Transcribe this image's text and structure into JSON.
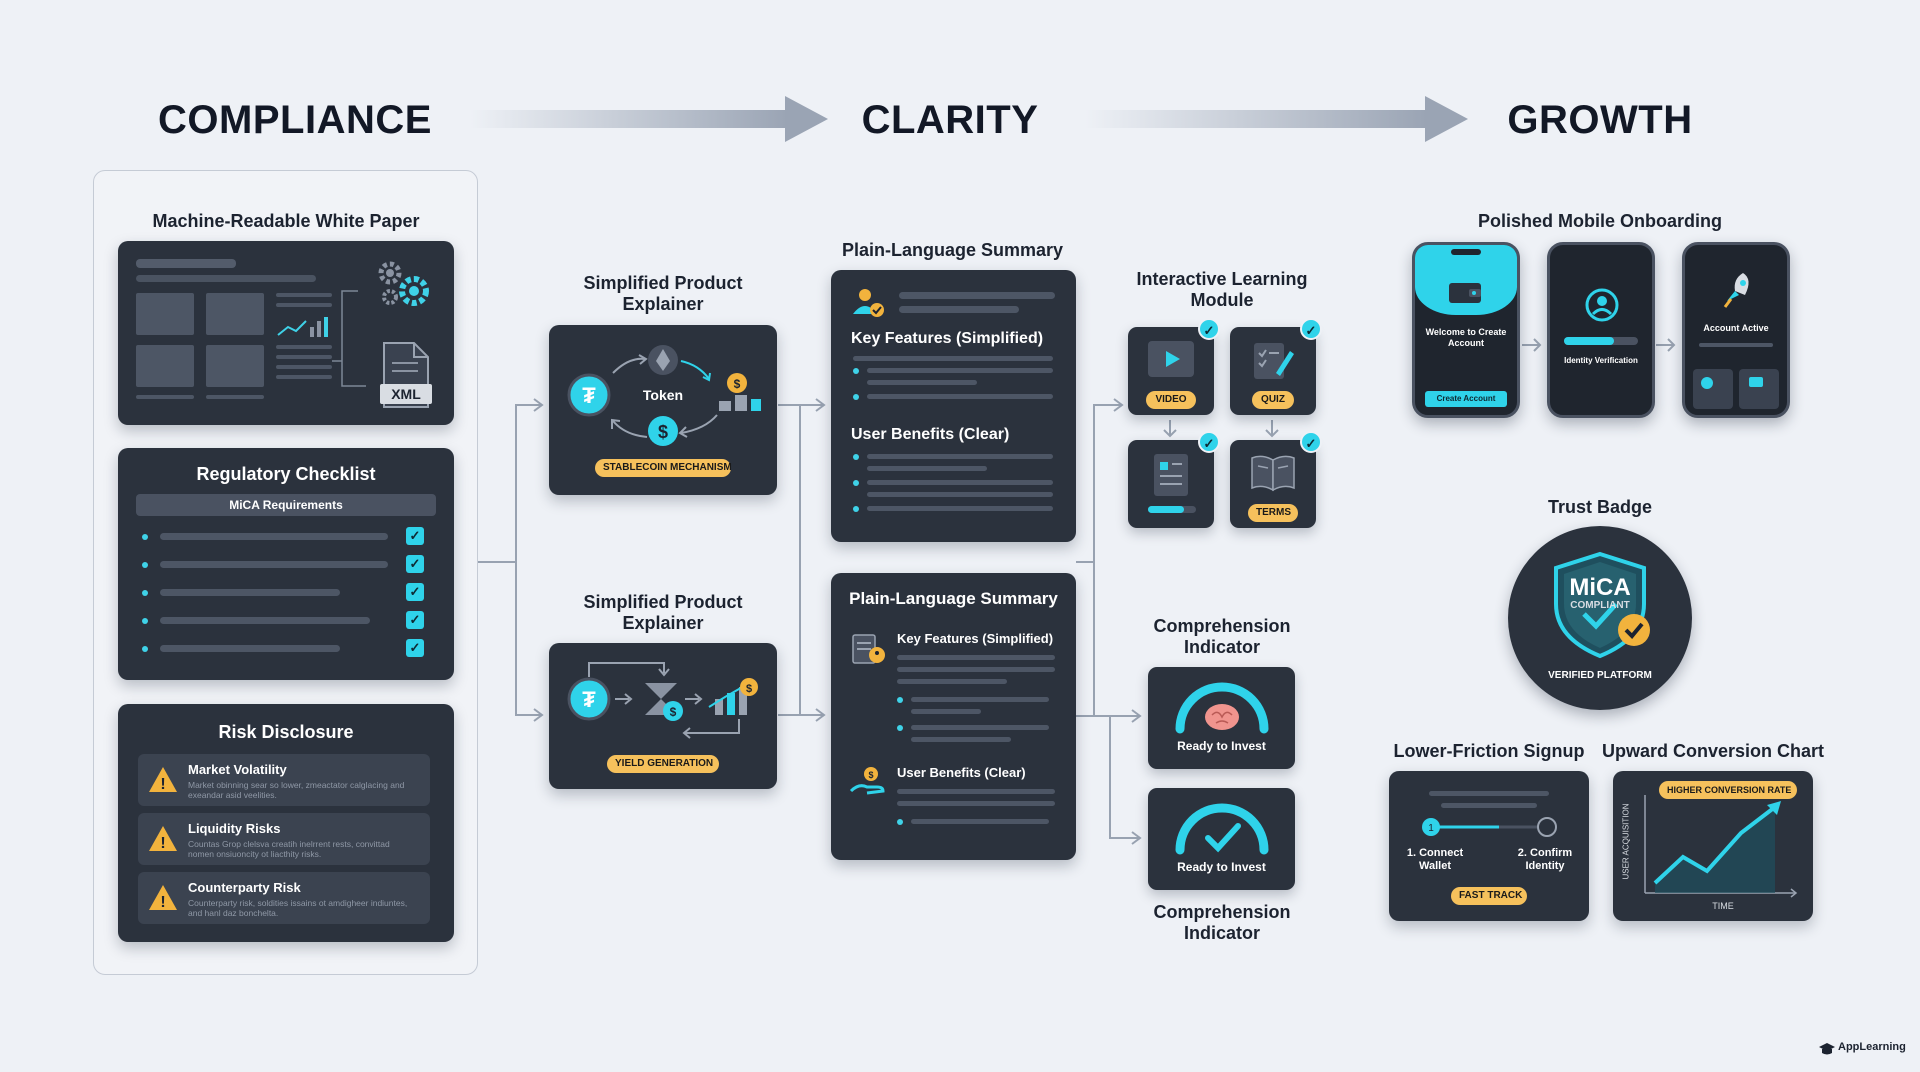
{
  "phases": {
    "compliance": "COMPLIANCE",
    "clarity": "CLARITY",
    "growth": "GROWTH"
  },
  "compliance": {
    "white_paper": {
      "title": "Machine-Readable White Paper",
      "xml_label": "XML"
    },
    "checklist": {
      "title": "Regulatory Checklist",
      "subtitle": "MiCA Requirements"
    },
    "risk": {
      "title": "Risk Disclosure",
      "items": [
        {
          "title": "Market Volatility",
          "desc": "Market obinning sear so lower, zmeactator calglacing and exeandar asid veelities."
        },
        {
          "title": "Liquidity Risks",
          "desc": "Countas Grop clelsva creatih inelrrent rests, convittad nomen onsiuoncity ot liacthity risks."
        },
        {
          "title": "Counterparty Risk",
          "desc": "Counterparty risk, soldities issains ot amdigheer indiuntes, and hanl daz bonchelta."
        }
      ]
    }
  },
  "clarity": {
    "explainer_top": {
      "label": "Simplified Product Explainer",
      "center": "Token",
      "badge": "STABLECOIN MECHANISM"
    },
    "explainer_bottom": {
      "label": "Simplified Product Explainer",
      "badge": "YIELD GENERATION"
    },
    "summary_top": {
      "label": "Plain-Language Summary",
      "features": "Key Features (Simplified)",
      "benefits": "User Benefits (Clear)"
    },
    "summary_bottom": {
      "title": "Plain-Language Summary",
      "features": "Key Features (Simplified)",
      "benefits": "User Benefits (Clear)"
    },
    "learning": {
      "label": "Interactive Learning Module",
      "video": "VIDEO",
      "quiz": "QUIZ",
      "terms": "TERMS"
    },
    "comprehension_top": {
      "label": "Comprehension Indicator",
      "status": "Ready to Invest"
    },
    "comprehension_bottom": {
      "label": "Comprehension Indicator",
      "status": "Ready to Invest"
    }
  },
  "growth": {
    "onboarding": {
      "label": "Polished Mobile Onboarding",
      "screen1": "Welcome to Create Account",
      "screen1_button": "Create Account",
      "screen2": "Identity Verification",
      "screen3": "Account Active"
    },
    "trust": {
      "label": "Trust Badge",
      "mica": "MiCA",
      "compliant": "COMPLIANT",
      "verified": "VERIFIED PLATFORM"
    },
    "signup": {
      "label": "Lower-Friction Signup",
      "step1": "1. Connect Wallet",
      "step2": "2. Confirm Identity",
      "badge": "FAST TRACK"
    },
    "conversion": {
      "label": "Upward Conversion Chart",
      "badge": "HIGHER CONVERSION RATE",
      "ylabel": "USER ACQUISITION",
      "xlabel": "TIME"
    }
  },
  "brand": "AppLearning",
  "colors": {
    "accent": "#2fd3ea",
    "card": "#2b323d",
    "badge": "#f6c15c",
    "warning": "#f2b33d"
  }
}
